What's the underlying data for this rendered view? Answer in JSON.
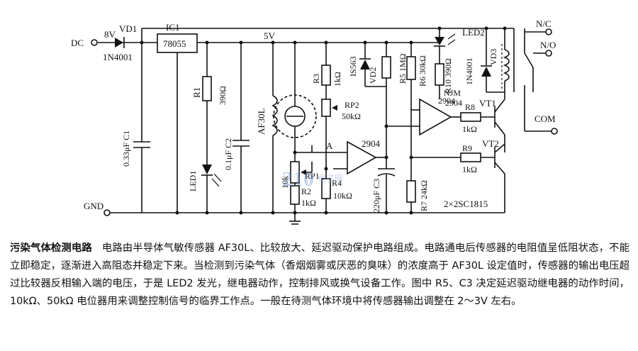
{
  "schematic": {
    "dc": "DC",
    "gnd": "GND",
    "v8": "8V",
    "vd1": "VD1",
    "diode1": "1N4001",
    "ic1": "IC1",
    "ic1_part": "78055",
    "v5": "5V",
    "r1": "R1",
    "r1_val": "390Ω",
    "c1": "0.33μF C1",
    "c2": "0.1μF C2",
    "led1": "LED1",
    "sensor": "AF30L",
    "r3": "R3",
    "r3_val": "1kΩ",
    "diode_is": "IS563",
    "vd2": "VD2",
    "r5": "R5 1MΩ",
    "r6": "R6 30kΩ",
    "rp2": "RP2",
    "rp2_val": "50kΩ",
    "node_a": "A",
    "opamp": "2904",
    "opamp2": "2904",
    "rp1": "RP1",
    "r2": "R2",
    "r2_val": "1kΩ",
    "r4": "R4",
    "r4_val": "10kΩ",
    "rp1_val": "10k",
    "c3": "220μF C3",
    "r7": "R7 24kΩ",
    "r10": "R10 390Ω",
    "led2": "LED2",
    "diode3": "1N4001",
    "vd3": "VD3",
    "njm": "NJM",
    "r8": "R8",
    "r8_val": "1kΩ",
    "vt1": "VT1",
    "r9": "R9",
    "r9_val": "1kΩ",
    "vt2": "VT2",
    "transistors": "2×2SC1815",
    "nc": "N/C",
    "no": "N/O",
    "com": "COM",
    "watermark_num": "210",
    "watermark_text": "电子网"
  },
  "caption": {
    "title": "污染气体检测电路",
    "body": "电路由半导体气敏传感器 AF30L、比较放大、延迟驱动保护电路组成。电路通电后传感器的电阻值呈低阻状态，不能立即稳定，逐渐进入高阻态并稳定下来。当检测到污染气体（香烟烟雾或厌恶的臭味）的浓度高于 AF30L 设定值时，传感器的输出电压超过比较器反相输入端的电压，于是 LED2 发光，继电器动作，控制排风或换气设备工作。图中 R5、C3 决定延迟驱动继电器的动作时间，10kΩ、50kΩ 电位器用来调整控制信号的临界工作点。一般在待测气体环境中将传感器输出调整在 2～3V 左右。"
  }
}
